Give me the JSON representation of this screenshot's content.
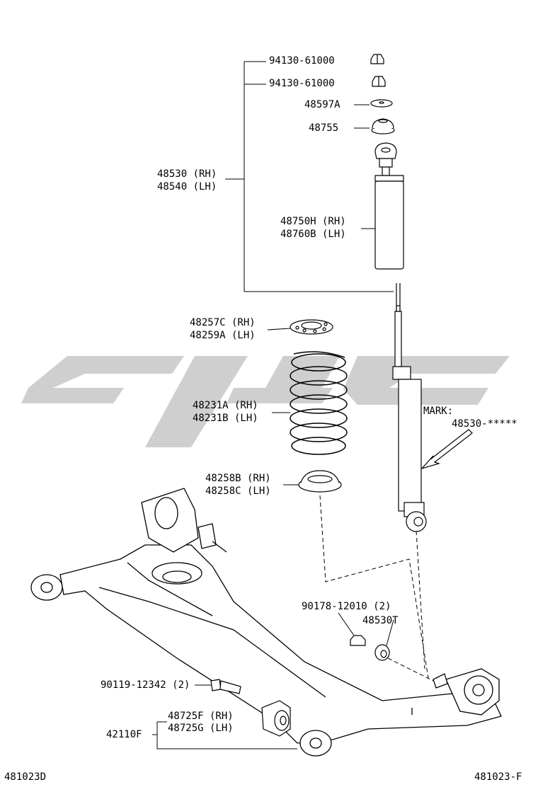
{
  "parts": {
    "nut_top": "94130-61000",
    "nut_second": "94130-61000",
    "washer": "48597A",
    "mount_cushion": "48755",
    "shock_assy_rh": "48530 (RH)",
    "shock_assy_lh": "48540 (LH)",
    "shock_cover_rh": "48750H (RH)",
    "shock_cover_lh": "48760B (LH)",
    "upper_insulator_rh": "48257C (RH)",
    "upper_insulator_lh": "48259A (LH)",
    "coil_spring_rh": "48231A (RH)",
    "coil_spring_lh": "48231B (LH)",
    "mark_label": "MARK:",
    "mark_part": "48530-*****",
    "lower_insulator_rh": "48258B (RH)",
    "lower_insulator_lh": "48258C (LH)",
    "nut_lower": "90178-12010 (2)",
    "bushing": "48530T",
    "bolt": "90119-12342 (2)",
    "axle_bushing_rh": "48725F (RH)",
    "axle_bushing_lh": "48725G (LH)",
    "axle_beam": "42110F"
  },
  "footer": {
    "left_code": "481023D",
    "right_code": "481023-F"
  }
}
